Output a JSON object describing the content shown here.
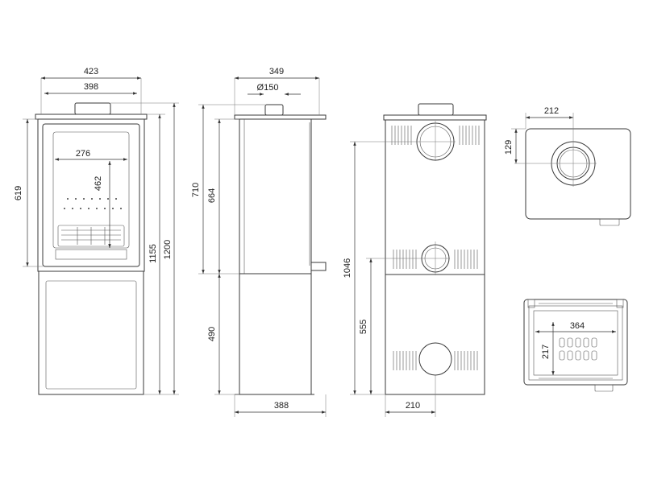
{
  "dimensions": {
    "front": {
      "width_outer": "423",
      "width_inner": "398",
      "glass_width": "276",
      "glass_height": "462",
      "firebox_height": "619",
      "flue_height": "1155",
      "total_height": "1200"
    },
    "side": {
      "depth": "349",
      "flue_diameter": "Ø150",
      "top_height": "710",
      "body_height": "664",
      "base_height": "490",
      "base_depth": "388"
    },
    "rear": {
      "top_outlet_height": "1046",
      "rear_outlet_height": "555",
      "base_width": "210"
    },
    "top_view": {
      "flue_offset_x": "212",
      "flue_offset_y": "129"
    },
    "section_view": {
      "inner_width": "364",
      "inner_depth": "217"
    }
  }
}
